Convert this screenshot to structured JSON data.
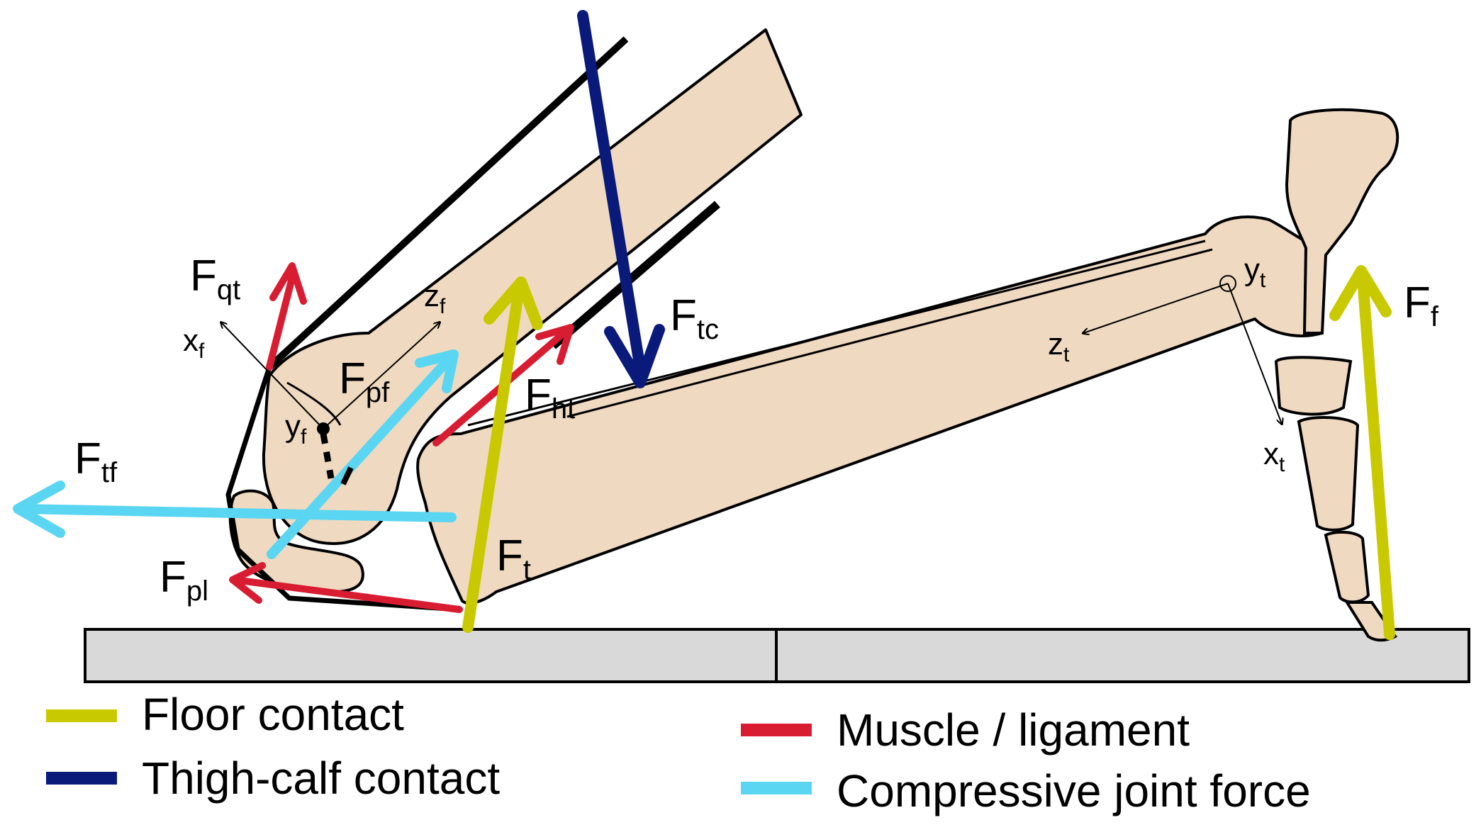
{
  "colors": {
    "floor_contact": "#c9c900",
    "thigh_calf_contact": "#0a1a7a",
    "muscle_ligament": "#d81c32",
    "compressive_joint_force": "#5ad6f2",
    "bone_fill": "#efd9c0",
    "floor_fill": "#d9d9d9"
  },
  "forces": {
    "qt": {
      "main": "F",
      "sub": "qt"
    },
    "pf": {
      "main": "F",
      "sub": "pf"
    },
    "ht": {
      "main": "F",
      "sub": "ht"
    },
    "tc": {
      "main": "F",
      "sub": "tc"
    },
    "tf": {
      "main": "F",
      "sub": "tf"
    },
    "pl": {
      "main": "F",
      "sub": "pl"
    },
    "t": {
      "main": "F",
      "sub": "t"
    },
    "f": {
      "main": "F",
      "sub": "f"
    }
  },
  "axes": {
    "femur": {
      "x": {
        "main": "x",
        "sub": "f"
      },
      "y": {
        "main": "y",
        "sub": "f"
      },
      "z": {
        "main": "z",
        "sub": "f"
      }
    },
    "tibia": {
      "x": {
        "main": "x",
        "sub": "t"
      },
      "y": {
        "main": "y",
        "sub": "t"
      },
      "z": {
        "main": "z",
        "sub": "t"
      }
    }
  },
  "legend": {
    "floor_contact": "Floor contact",
    "thigh_calf_contact": "Thigh-calf contact",
    "muscle_ligament": "Muscle / ligament",
    "compressive_joint_force": "Compressive joint force"
  }
}
